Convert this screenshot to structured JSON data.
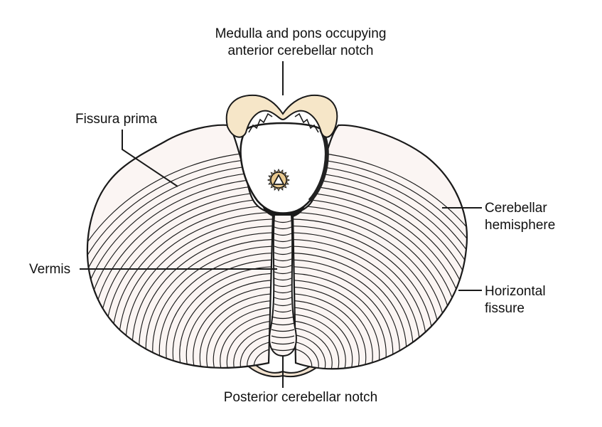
{
  "labels": {
    "medulla_pons_line1": "Medulla and pons occupying",
    "medulla_pons_line2": "anterior cerebellar notch",
    "fissura_prima": "Fissura prima",
    "vermis": "Vermis",
    "cerebellar_hemisphere_line1": "Cerebellar",
    "cerebellar_hemisphere_line2": "hemisphere",
    "horizontal_fissure_line1": "Horizontal",
    "horizontal_fissure_line2": "fissure",
    "posterior_notch": "Posterior cerebellar notch"
  },
  "icons": {
    "center_marker": "triangle-in-gear-icon"
  },
  "colors": {
    "outline": "#1a1a1a",
    "cortex_fill": "#fbf5f3",
    "brainstem_fill": "#f6e6c8",
    "notch_fill": "#f2e2cf",
    "marker_fill": "#e9c98f"
  }
}
